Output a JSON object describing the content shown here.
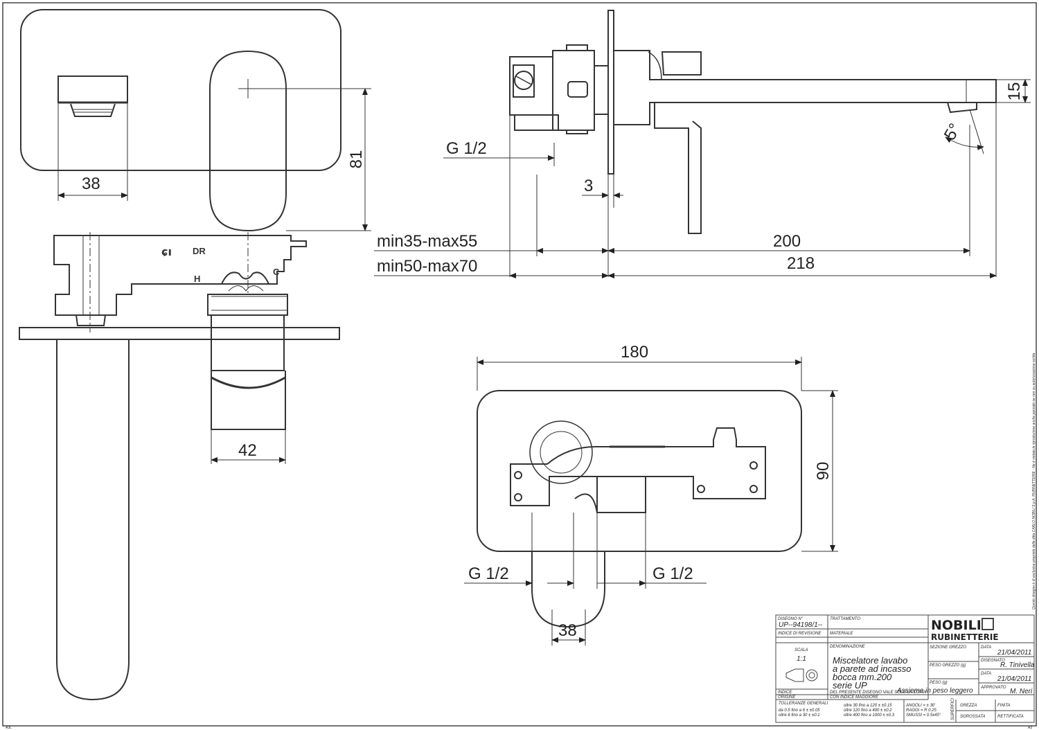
{
  "dimensions": {
    "d38_top": "38",
    "d81": "81",
    "d42": "42",
    "g12_side": "G 1/2",
    "d3": "3",
    "min35max55": "min35-max55",
    "min50max70": "min50-max70",
    "d200": "200",
    "d218": "218",
    "d15": "15",
    "angle5": "5°",
    "d180": "180",
    "d90": "90",
    "g12_left": "G 1/2",
    "g12_right": "G 1/2",
    "d38_bottom": "38"
  },
  "markings": {
    "dr": "DR",
    "h": "H",
    "c": "C"
  },
  "title_block": {
    "drawing_no_label": "DISEGNO N°",
    "drawing_no": "UP--94198/1--",
    "treatment_label": "TRATTAMENTO",
    "revision_label": "INDICE DI REVISIONE",
    "material_label": "MATERIALE",
    "scale_label": "SCALA",
    "scale": "1:1",
    "name_label": "DENOMINAZIONE",
    "description_1": "Miscelatore lavabo",
    "description_2": "a parete ad incasso",
    "description_3": "bocca mm.200",
    "description_4": "serie UP",
    "assembly_note": "Assieme in peso leggero",
    "index_label": "INDICE",
    "origin_label": "ORIGINE",
    "copy_note_1": "DEL PRESENTE DISEGNO VALE SOLO LA COPIA",
    "copy_note_2": "CON INDICE MAGGIORE",
    "brand": "NOBILI",
    "brand_sub": "RUBINETTERIE",
    "raw_section_label": "SEZIONE GREZZO",
    "raw_weight_label": "PESO GREZZO (g)",
    "weight_label": "PESO (g)",
    "date_label": "DATA",
    "date_1": "21/04/2011",
    "drawn_label": "DISEGNATO",
    "drawn_by": "R. Tinivella",
    "date_2": "21/04/2011",
    "approved_label": "APPROVATO",
    "approved_by": "M. Neri",
    "tolerances_label": "TOLLERANZE GENERALI",
    "tol_1": "da 0.5 fino a 6 ± ±0.05",
    "tol_2": "oltre 6 fino a 30 ± ±0.1",
    "tol_3": "oltre 30 fino a 120 ± ±0.15",
    "tol_4": "oltre 120 fino a 400 ± ±0.2",
    "tol_5": "oltre 400 fino a 1000 ± ±0.3",
    "angles": "ANGOLI = ± 30'",
    "radii": "RAGGI = R 0.25",
    "edges": "SMUSSI = 0.5x45°",
    "surface_label": "SUPERFICI",
    "raw": "GREZZA",
    "finished": "FINITA",
    "rough_cut": "SGROSSATA",
    "ground": "RETTIFICATA"
  },
  "side_note": "Questo disegno è di esclusiva proprietà della ditta CARLO NOBILI S.p.A. RUBINETTERIE - Ne è vietata la riproduzione anche parziale se non su autorizzazione scritta",
  "corner_code": "A3",
  "bottom_code": "A3L"
}
